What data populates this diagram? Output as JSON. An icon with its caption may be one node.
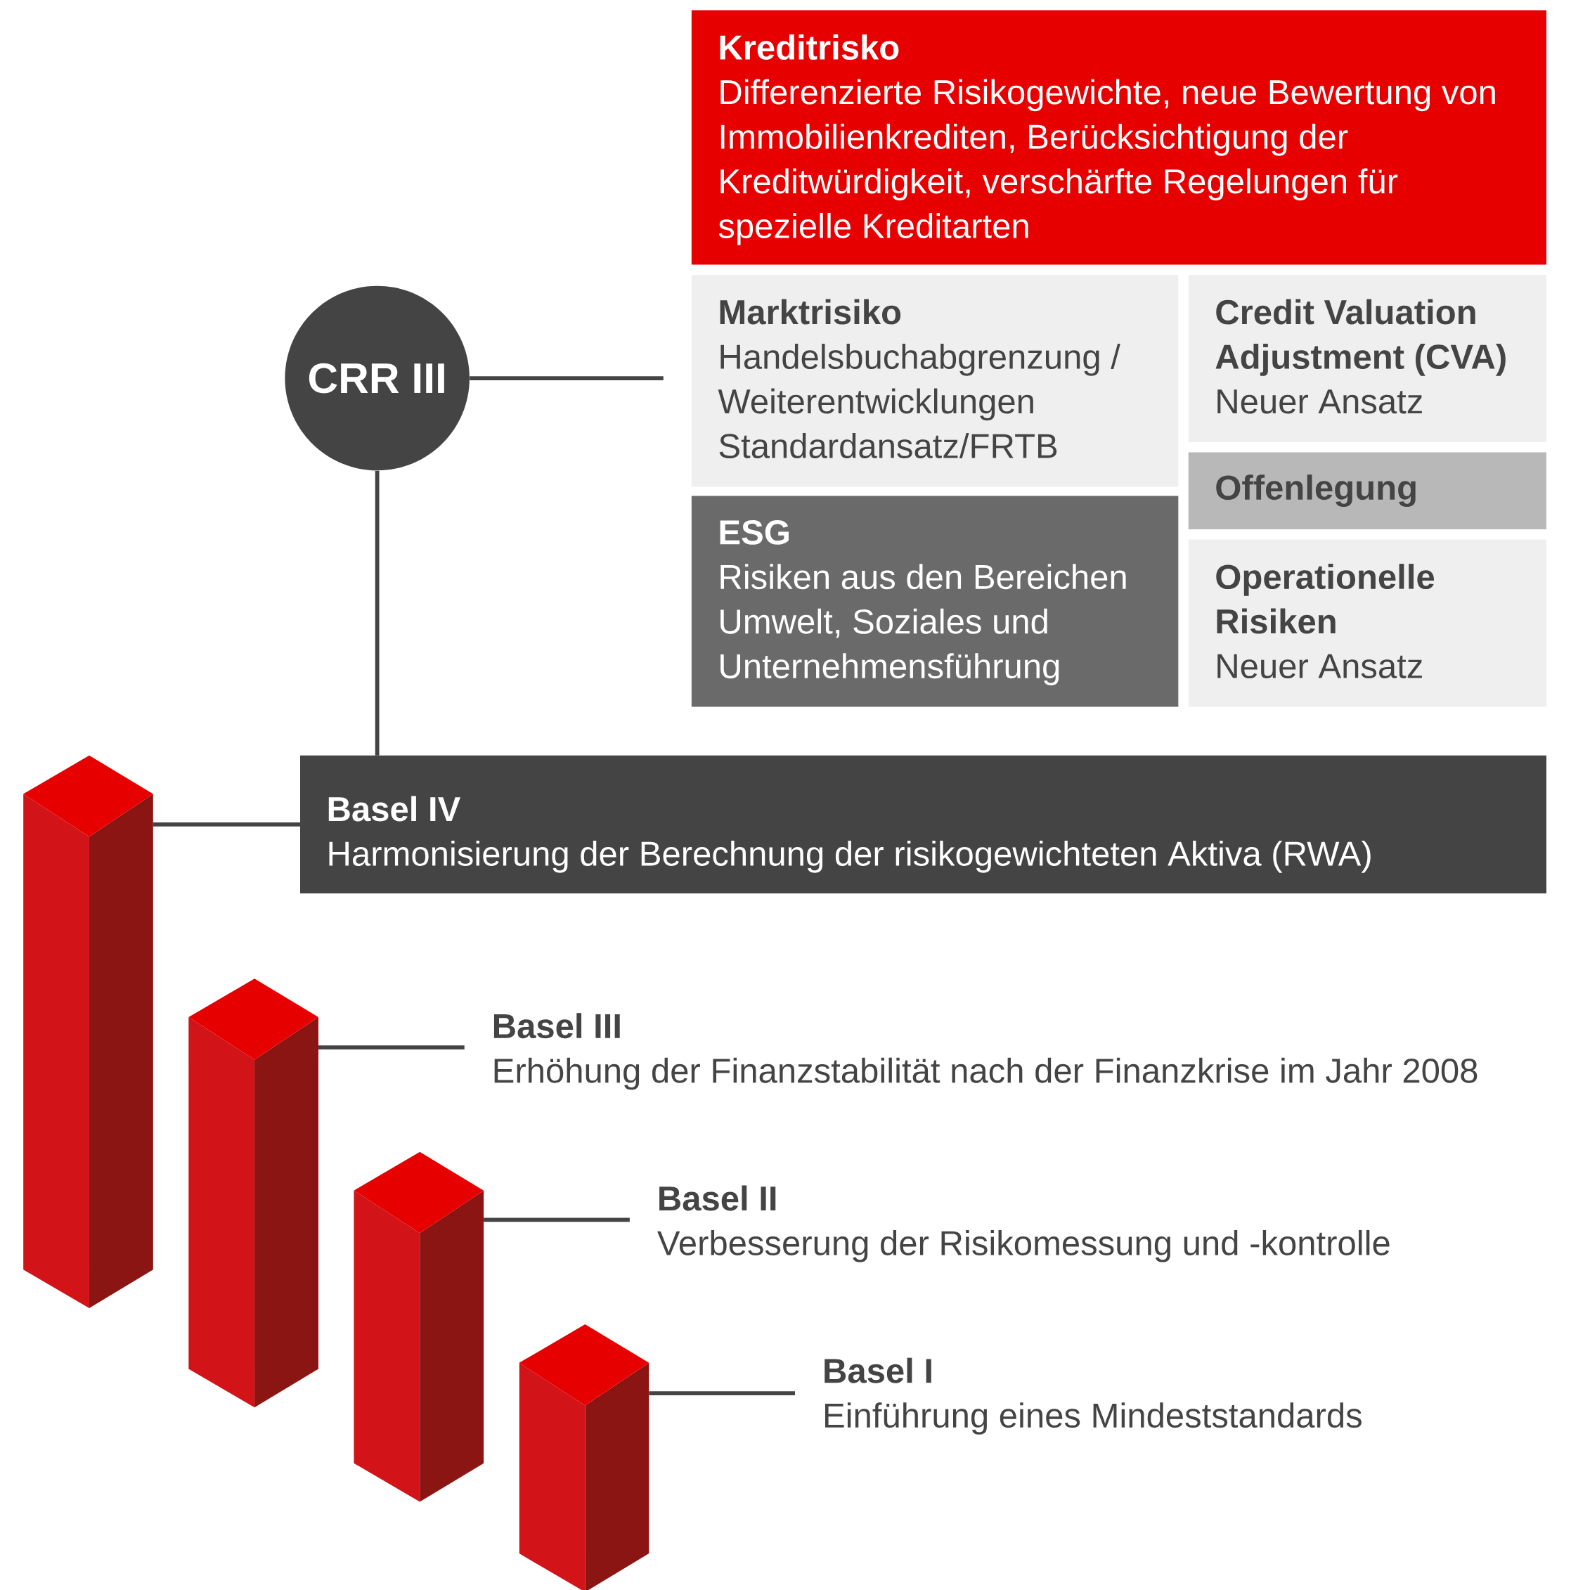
{
  "diagram": {
    "nodes": [
      {
        "text": [
          "CRR III"
        ]
      },
      {
        "text": [
          "Kreditrisko",
          "Differenzierte Risikogewichte, neue Bewertung von Immobilienkrediten, Berücksichtigung der Kreditwürdigkeit, verschärfte Regelungen für spezielle Kreditarten"
        ]
      },
      {
        "text": [
          "Marktrisiko",
          "Handelsbuchabgrenzung / Weiterentwicklungen Standardansatz/FRTB"
        ]
      },
      {
        "text": [
          "Credit Valuation Adjustment (CVA)",
          "Neuer Ansatz"
        ]
      },
      {
        "text": [
          "ESG",
          "Risiken aus den Bereichen Umwelt, Soziales und Unternehmensführung"
        ]
      },
      {
        "text": [
          "Offenlegung"
        ]
      },
      {
        "text": [
          "Operationelle Risiken",
          "Neuer Ansatz"
        ]
      },
      {
        "text": [
          "Basel IV",
          "Harmonisierung der Berechnung der risikogewichteten Aktiva (RWA)"
        ]
      },
      {
        "text": [
          "Basel III",
          "Erhöhung der Finanzstabilität nach der Finanzkrise im Jahr 2008"
        ]
      },
      {
        "text": [
          "Basel II",
          "Verbesserung der Risikomessung und -kontrolle"
        ]
      },
      {
        "text": [
          "Basel I",
          "Einführung eines Mindeststandards"
        ]
      },
      {
        "text": [],
        "shape": "bar"
      },
      {
        "text": [],
        "shape": "bar"
      },
      {
        "text": [],
        "shape": "bar"
      },
      {
        "text": [],
        "shape": "bar"
      }
    ],
    "edges": [
      {
        "from": 0,
        "to": null,
        "arrow": "none"
      },
      {
        "from": 0,
        "to": 7,
        "arrow": "none"
      },
      {
        "from": 11,
        "to": 7,
        "arrow": "none"
      },
      {
        "from": 12,
        "to": 8,
        "arrow": "none"
      },
      {
        "from": 13,
        "to": 9,
        "arrow": "none"
      },
      {
        "from": 14,
        "to": 10,
        "arrow": "none"
      }
    ]
  }
}
